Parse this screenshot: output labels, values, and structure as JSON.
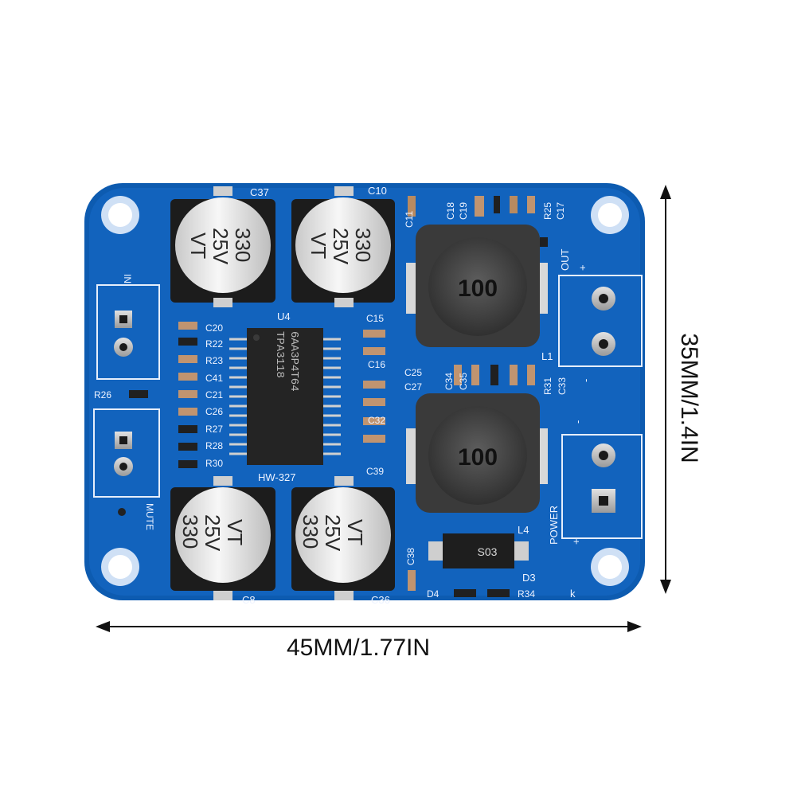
{
  "dimensions": {
    "width_label": "45MM/1.77IN",
    "height_label": "35MM/1.4IN"
  },
  "board": {
    "model": "HW-327",
    "chip": {
      "ref": "U4",
      "line1": "6AA3P4T64",
      "line2": "TPA3118"
    },
    "capacitors": [
      {
        "ref": "C37",
        "value": "330",
        "voltage": "25V",
        "series": "VT"
      },
      {
        "ref": "C10",
        "value": "330",
        "voltage": "25V",
        "series": "VT"
      },
      {
        "ref": "C8",
        "value": "330",
        "voltage": "25V",
        "series": "VT"
      },
      {
        "ref": "C36",
        "value": "330",
        "voltage": "25V",
        "series": "VT"
      }
    ],
    "inductors": [
      {
        "ref": "L1",
        "value": "100"
      },
      {
        "ref": "L4",
        "value": "100"
      }
    ],
    "diode": {
      "ref": "D3",
      "mark": "S03"
    },
    "left_labels": [
      "C20",
      "R22",
      "R23",
      "C41",
      "C21",
      "C26",
      "R27",
      "R28",
      "R30"
    ],
    "mid_labels": [
      "C15",
      "C16",
      "C25",
      "C27",
      "C32",
      "C39"
    ],
    "top_labels": [
      "C11",
      "C18",
      "C19",
      "R25",
      "C17"
    ],
    "mid_right_labels": [
      "C34",
      "C35",
      "R31",
      "C33"
    ],
    "misc_labels": {
      "r26": "R26",
      "in": "IN",
      "mute": "MUTE",
      "c38": "C38",
      "d4": "D4",
      "r34": "R34",
      "k": "k",
      "plus": "+",
      "minus": "-"
    },
    "connectors": {
      "out": "OUT",
      "power": "POWER"
    }
  }
}
